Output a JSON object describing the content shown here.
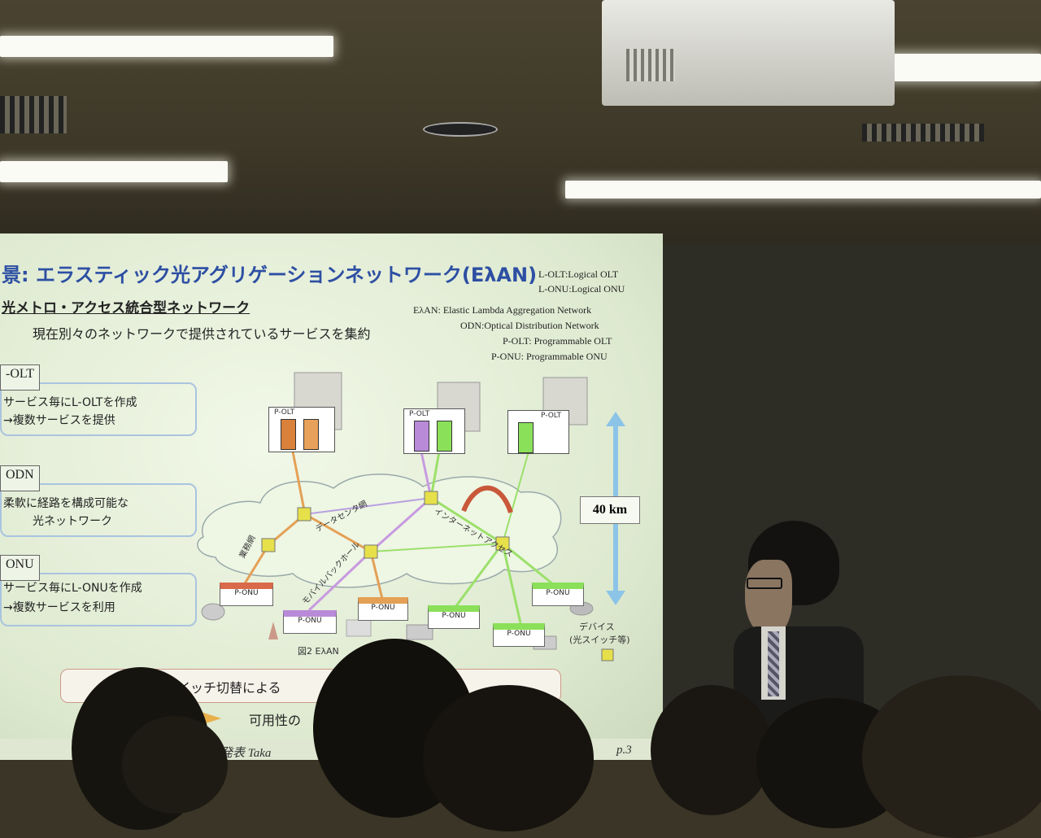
{
  "slide": {
    "title": "景: エラスティック光アグリゲーションネットワーク(EλAN)",
    "legend": [
      "L-OLT:Logical OLT",
      "L-ONU:Logical ONU",
      "EλAN: Elastic Lambda Aggregation Network",
      "ODN:Optical Distribution Network",
      "P-OLT: Programmable OLT",
      "P-ONU: Programmable ONU"
    ],
    "subtitle": "光メトロ・アクセス統合型ネットワーク",
    "subtitle2": "現在別々のネットワークで提供されているサービスを集約",
    "sections": [
      {
        "head": "-OLT",
        "lines": [
          "サービス毎にL-OLTを作成",
          "→複数サービスを提供"
        ]
      },
      {
        "head": "ODN",
        "lines": [
          "柔軟に経路を構成可能な",
          "光ネットワーク"
        ]
      },
      {
        "head": "ONU",
        "lines": [
          "サービス毎にL-ONUを作成",
          "→複数サービスを利用"
        ]
      }
    ],
    "diagram": {
      "olt_tag": "P-OLT",
      "onu_tag": "P-ONU",
      "distance": "40 km",
      "labels": [
        "データセンタ網",
        "業務網",
        "モバイルバックホール",
        "インターネットアクセス"
      ],
      "device_note": [
        "デバイス",
        "(光スイッチ等)"
      ],
      "caption": "図2 EλAN"
    },
    "bottom_line1": "スイッチ切替による",
    "bottom_line2": "可用性の",
    "footer_left": "文発表 Taka",
    "footer_right": "p.3"
  },
  "colors": {
    "title_blue": "#2d4fa3",
    "orange": "#d9813a",
    "purple": "#b98ad8",
    "green": "#8be05a",
    "yellow": "#e6e04a"
  }
}
